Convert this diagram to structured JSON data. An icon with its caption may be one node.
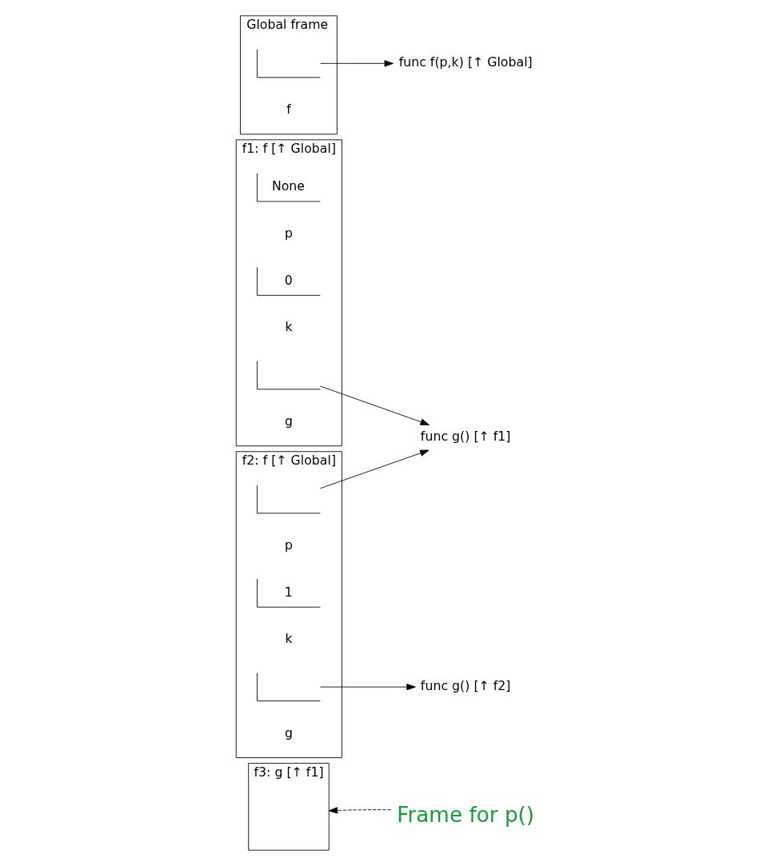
{
  "diagram": {
    "nodes": [
      {
        "text": [
          "Global frame"
        ]
      },
      {
        "text": [],
        "shape": "box",
        "in": 0,
        "beside": [
          "f"
        ]
      },
      {
        "text": [
          "func f(p,k) [↑ Global]"
        ]
      },
      {
        "text": [
          "f1: f [↑ Global]"
        ]
      },
      {
        "text": [
          "None"
        ],
        "in": 3,
        "beside": [
          "p"
        ]
      },
      {
        "text": [
          "0"
        ],
        "in": 3,
        "beside": [
          "k"
        ]
      },
      {
        "text": [],
        "shape": "box",
        "in": 3,
        "beside": [
          "g"
        ]
      },
      {
        "text": [
          "func g() [↑ f1]"
        ]
      },
      {
        "text": [
          "f2: f [↑ Global]"
        ]
      },
      {
        "text": [],
        "shape": "box",
        "in": 8,
        "beside": [
          "p"
        ]
      },
      {
        "text": [
          "1"
        ],
        "in": 8,
        "beside": [
          "k"
        ]
      },
      {
        "text": [],
        "shape": "box",
        "in": 8,
        "beside": [
          "g"
        ]
      },
      {
        "text": [
          "func g() [↑ f2]"
        ]
      },
      {
        "text": [
          "f3: g [↑ f1]"
        ]
      },
      {
        "text": [
          "Frame for p()"
        ]
      }
    ],
    "edges": [
      {
        "from": 1,
        "to": 2,
        "arrow": "to"
      },
      {
        "from": 6,
        "to": 7,
        "arrow": "to"
      },
      {
        "from": 9,
        "to": 7,
        "arrow": "to"
      },
      {
        "from": 11,
        "to": 12,
        "arrow": "to"
      },
      {
        "from": 14,
        "to": 13,
        "arrow": "to",
        "style": "dashed"
      }
    ]
  }
}
